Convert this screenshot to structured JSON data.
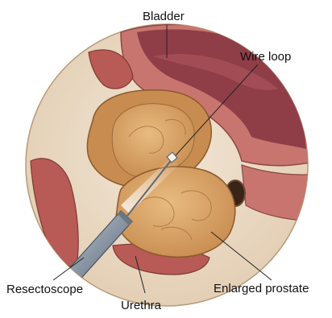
{
  "labels": {
    "bladder": "Bladder",
    "wire_loop": "Wire loop",
    "resectoscope": "Resectoscope",
    "urethra": "Urethra",
    "enlarged_prostate": "Enlarged prostate"
  },
  "colors": {
    "background_circle": "#ead9c4",
    "bladder_wall": "#c06a68",
    "bladder_lumen": "#8b3a45",
    "muscle": "#b85a55",
    "prostate": "#d9a56a",
    "prostate_shadow": "#b98048",
    "instrument": "#8d99a6",
    "leader_line": "#222222"
  }
}
